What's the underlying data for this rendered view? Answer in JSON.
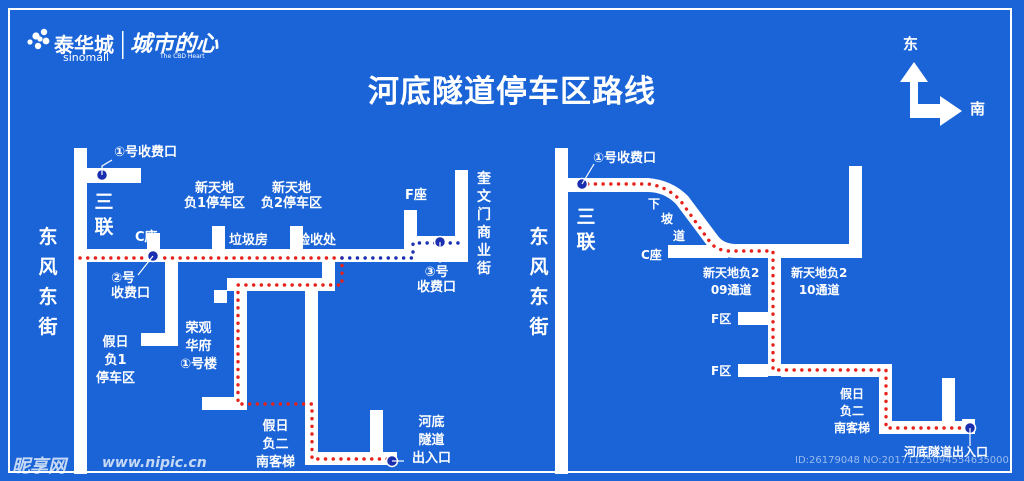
{
  "colors": {
    "background": "#1a64d8",
    "road": "#ffffff",
    "route_red": "#e5231b",
    "route_blue": "#1a2fb0",
    "gate_dot": "#1a2fb0"
  },
  "brand": {
    "name_cn": "泰华城",
    "name_en": "sinomall",
    "slogan_cn": "城市的心",
    "slogan_en": "The CBD Heart",
    "logo_icon": "sinomall-flower-icon"
  },
  "title": "河底隧道停车区路线",
  "compass": {
    "up_label": "东",
    "right_label": "南"
  },
  "left_map": {
    "street_left": [
      "东",
      "风",
      "东",
      "街"
    ],
    "street_right": [
      "奎",
      "文",
      "门",
      "商",
      "业",
      "街"
    ],
    "sanlian": [
      "三",
      "联"
    ],
    "gate1": "①号收费口",
    "gate2": [
      "②号",
      "收费口"
    ],
    "gate3": [
      "③号",
      "收费口"
    ],
    "c_zuo": "C座",
    "f_zuo": "F座",
    "xintiandi_1": [
      "新天地",
      "负1停车区"
    ],
    "xintiandi_2": [
      "新天地",
      "负2停车区"
    ],
    "lajifang": "垃圾房",
    "yanshouchu": "验收处",
    "jiari_1": [
      "假日",
      "负1",
      "停车区"
    ],
    "rongguan": [
      "荣观",
      "华府",
      "①号楼"
    ],
    "jiari_2": [
      "假日",
      "负二",
      "南客梯"
    ],
    "tunnel": [
      "河底",
      "隧道",
      "出入口"
    ]
  },
  "right_map": {
    "street_left": [
      "东",
      "风",
      "东",
      "街"
    ],
    "sanlian": [
      "三",
      "联"
    ],
    "gate1": "①号收费口",
    "xiapodao": [
      "下",
      "坡",
      "道"
    ],
    "c_zuo": "C座",
    "passage_209": [
      "新天地负2",
      "09通道"
    ],
    "passage_210": [
      "新天地负2",
      "10通道"
    ],
    "f_qu_1": "F区",
    "f_qu_2": "F区",
    "jiari_2": [
      "假日",
      "负二",
      "南客梯"
    ],
    "tunnel": "河底隧道出入口"
  },
  "watermark": {
    "logo": "昵享网",
    "url": "www.nipic.cn",
    "id": "ID:26179048 NO:20171125094554635000"
  }
}
